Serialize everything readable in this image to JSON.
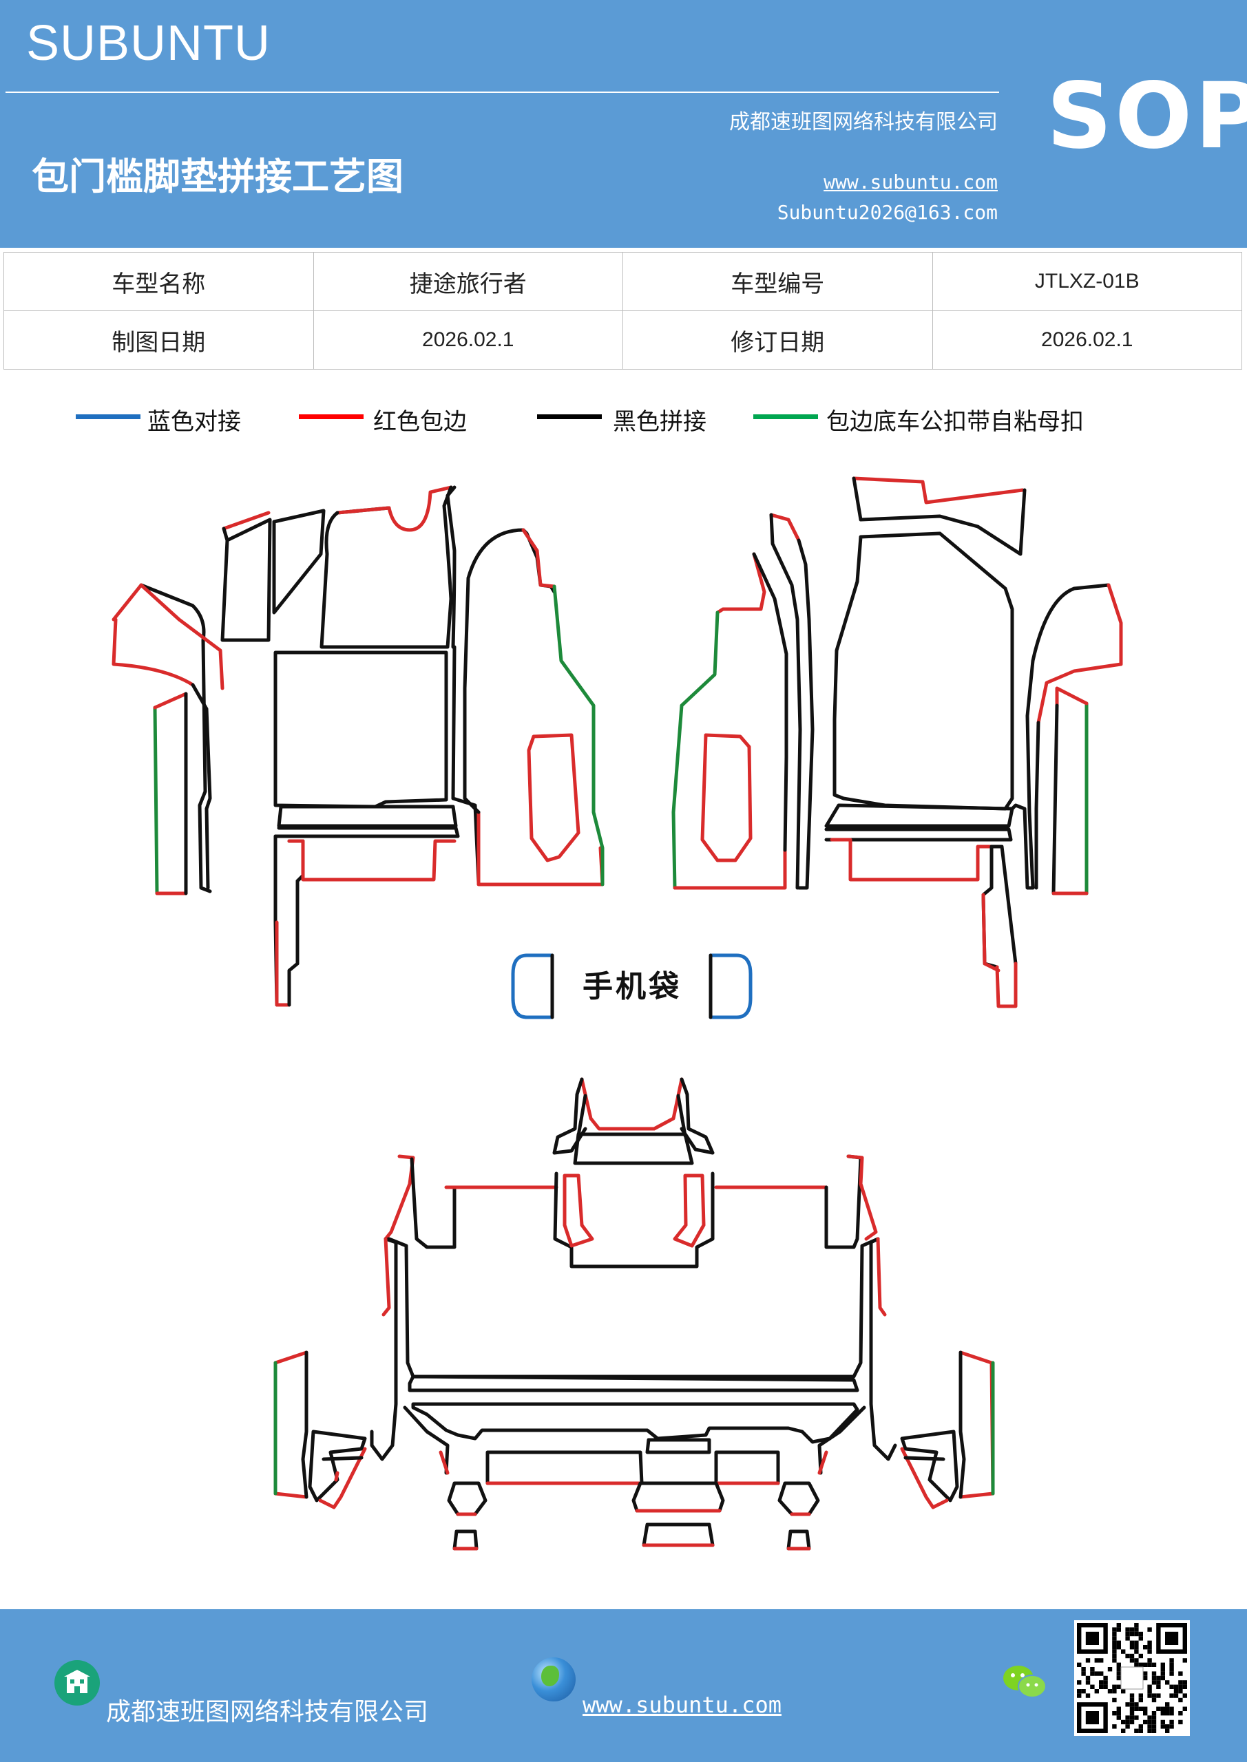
{
  "header": {
    "brand": "SUBUNTU",
    "company": "成都速班图网络科技有限公司",
    "title": "包门槛脚垫拼接工艺图",
    "website": "www.subuntu.com",
    "email": "Subuntu2026@163.com",
    "badge": "SOP"
  },
  "info_table": {
    "rows": [
      [
        "车型名称",
        "捷途旅行者",
        "车型编号",
        "JTLXZ-01B"
      ],
      [
        "制图日期",
        "2026.02.1",
        "修订日期",
        "2026.02.1"
      ]
    ]
  },
  "legend": [
    {
      "label": "蓝色对接",
      "color": "#1f6fc0"
    },
    {
      "label": "红色包边",
      "color": "#ff0000"
    },
    {
      "label": "黑色拼接",
      "color": "#000000"
    },
    {
      "label": "包边底车公扣带自粘母扣",
      "color": "#00a650"
    }
  ],
  "drawing": {
    "phone_pocket_label": "手机袋",
    "colors": {
      "black": "#111111",
      "red": "#d92b2b",
      "green": "#1d8a3a",
      "blue": "#1f6fc0"
    }
  },
  "footer": {
    "company": "成都速班图网络科技有限公司",
    "website": "www.subuntu.com",
    "icons": [
      "building-icon",
      "globe-icon",
      "wechat-icon",
      "qr-code"
    ]
  }
}
